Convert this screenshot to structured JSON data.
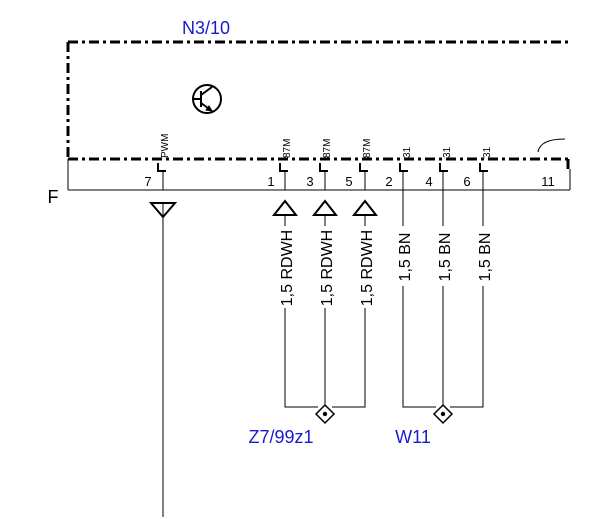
{
  "component": {
    "id": "N3/10"
  },
  "section_marker": "F",
  "colors": {
    "wire": "#000000",
    "label_blue": "#1a1acc",
    "background": "#ffffff"
  },
  "icons": {
    "module_symbol": "transistor-icon"
  },
  "pins": [
    {
      "number": "7",
      "signal": "PWM"
    },
    {
      "number": "1",
      "signal": "87M"
    },
    {
      "number": "3",
      "signal": "87M"
    },
    {
      "number": "5",
      "signal": "87M"
    },
    {
      "number": "2",
      "signal": "31"
    },
    {
      "number": "4",
      "signal": "31"
    },
    {
      "number": "6",
      "signal": "31"
    },
    {
      "number": "11",
      "signal": ""
    }
  ],
  "wires": [
    {
      "pin": "1",
      "spec": "1,5 RDWH"
    },
    {
      "pin": "3",
      "spec": "1,5 RDWH"
    },
    {
      "pin": "5",
      "spec": "1,5 RDWH"
    },
    {
      "pin": "2",
      "spec": "1,5 BN"
    },
    {
      "pin": "4",
      "spec": "1,5 BN"
    },
    {
      "pin": "6",
      "spec": "1,5 BN"
    }
  ],
  "junctions": [
    {
      "id": "Z7/99z1"
    },
    {
      "id": "W11"
    }
  ]
}
